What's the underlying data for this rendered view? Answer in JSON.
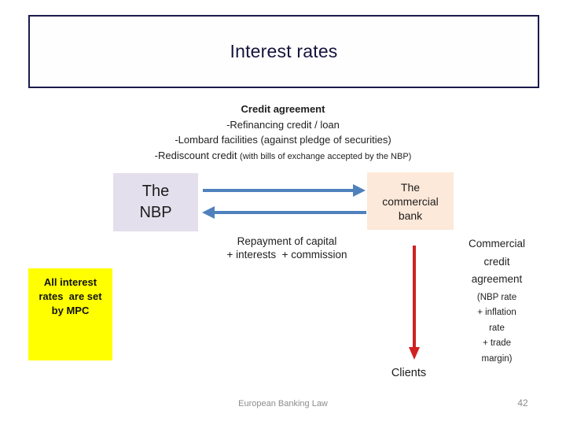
{
  "slide": {
    "title": "Interest rates",
    "footer_left": "European Banking Law",
    "page_number": "42"
  },
  "credit_agreement": {
    "heading": "Credit agreement",
    "line1": "-Refinancing credit / loan",
    "line2": "-Lombard facilities (against pledge of securities)",
    "line3_main": "-Rediscount credit ",
    "line3_note": "(with bills of exchange accepted by the NBP)"
  },
  "diagram": {
    "nbp_box_label": "The\nNBP",
    "commercial_bank_label": "The\ncommercial\nbank",
    "repayment_label": "Repayment of capital\n+ interests  + commission",
    "mpc_note": "All interest\nrates  are set\nby MPC",
    "commercial_credit_heading": "Commercial\ncredit\nagreement",
    "commercial_credit_detail": "(NBP rate\n+ inflation\nrate\n+ trade\nmargin)",
    "clients_label": "Clients",
    "arrows": {
      "nbp_to_bank": "blue-right-arrow",
      "bank_to_nbp": "blue-left-arrow",
      "bank_to_clients": "red-down-arrow"
    }
  },
  "colors": {
    "title-border": "#1b1b4d",
    "nbp-box-bg": "#e4dfec",
    "bank-box-bg": "#fde9d9",
    "mpc-box-bg": "#ffff00",
    "arrow-blue": "#4f81bd",
    "arrow-red": "#d02020",
    "footer-text": "#8c8c8c"
  }
}
